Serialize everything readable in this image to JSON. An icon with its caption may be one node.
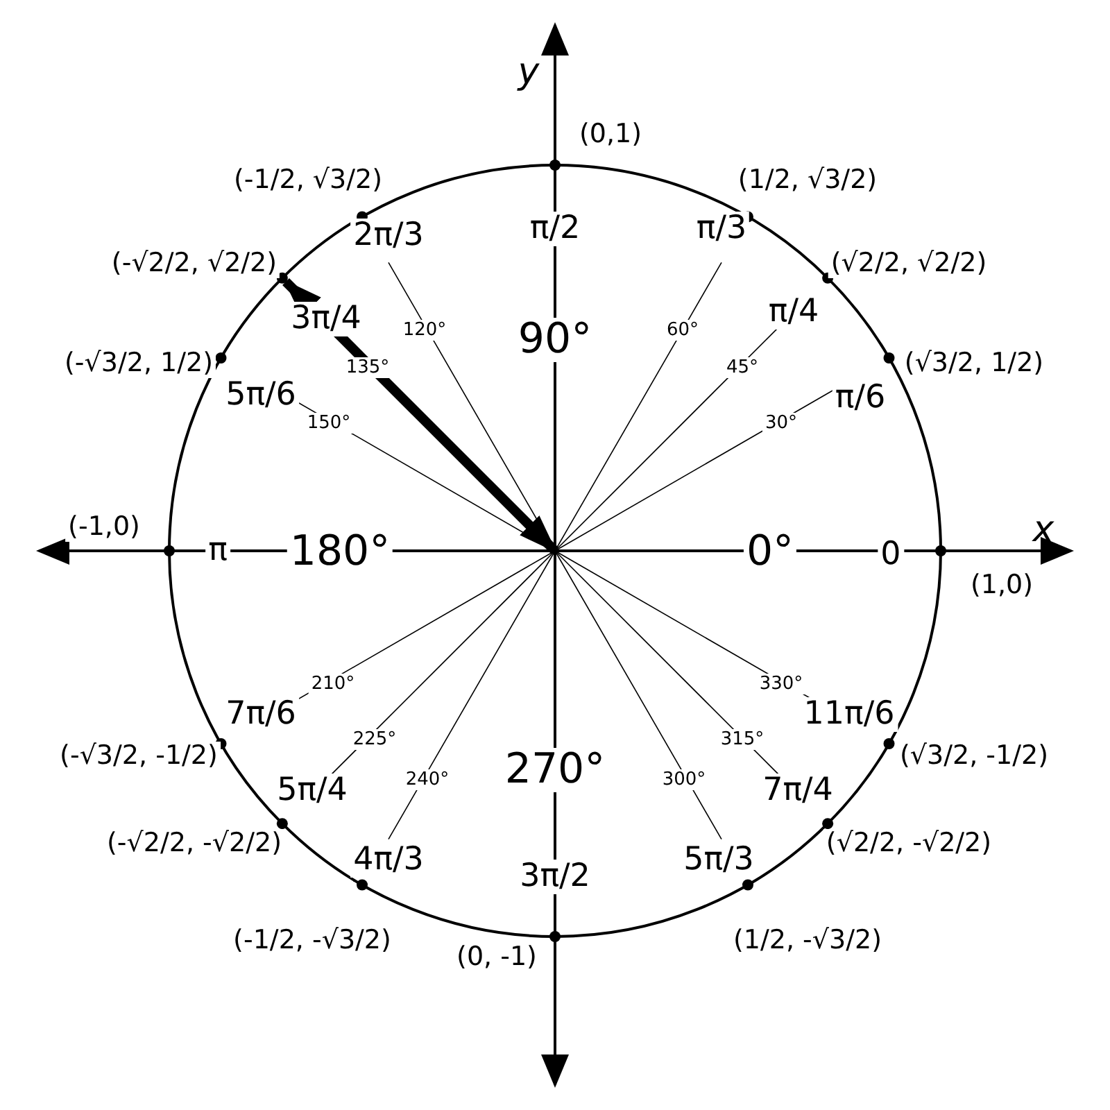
{
  "diagram": {
    "labels": [
      "y",
      "x",
      "(0,1)",
      "(1,0)",
      "(-1,0)",
      "(0, -1)",
      "(1/2, √3/2)",
      "(√2/2, √2/2)",
      "(√3/2, 1/2)",
      "(-1/2, √3/2)",
      "(-√2/2, √2/2)",
      "(-√3/2, 1/2)",
      "(-√3/2, -1/2)",
      "(-√2/2, -√2/2)",
      "(-1/2, -√3/2)",
      "(1/2, -√3/2)",
      "(√2/2, -√2/2)",
      "(√3/2, -1/2)",
      "π/2",
      "π/3",
      "π/4",
      "π/6",
      "0",
      "11π/6",
      "7π/4",
      "5π/3",
      "3π/2",
      "4π/3",
      "5π/4",
      "7π/6",
      "π",
      "5π/6",
      "3π/4",
      "2π/3",
      "90°",
      "60°",
      "45°",
      "30°",
      "0°",
      "330°",
      "315°",
      "300°",
      "270°",
      "240°",
      "225°",
      "210°",
      "180°",
      "150°",
      "135°",
      "120°"
    ]
  }
}
